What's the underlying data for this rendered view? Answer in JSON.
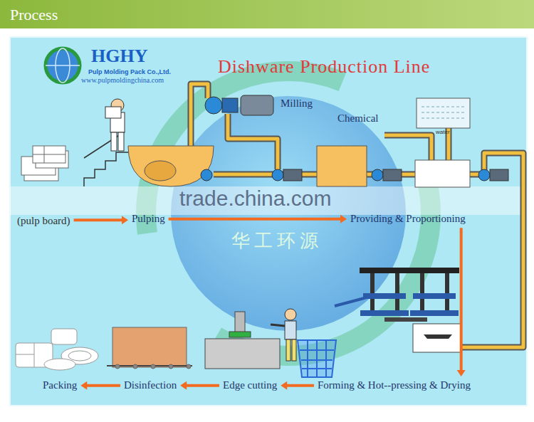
{
  "diagram": {
    "title": "Dishware Production Line",
    "nodes": [
      {
        "text": [
          "(pulp board)"
        ]
      },
      {
        "text": [
          "Pulping"
        ]
      },
      {
        "text": [
          "Providing & Proportioning"
        ]
      },
      {
        "text": [
          "Forming & Hot--pressing & Drying"
        ]
      },
      {
        "text": [
          "Edge cutting"
        ]
      },
      {
        "text": [
          "Disinfection"
        ]
      },
      {
        "text": [
          "Packing"
        ]
      }
    ],
    "edges": [
      {
        "from": 0,
        "to": 1,
        "arrow": "to"
      },
      {
        "from": 1,
        "to": 2,
        "arrow": "to"
      },
      {
        "from": 2,
        "to": 3,
        "arrow": "to"
      },
      {
        "from": 3,
        "to": 4,
        "arrow": "to"
      },
      {
        "from": 4,
        "to": 5,
        "arrow": "to"
      },
      {
        "from": 5,
        "to": 6,
        "arrow": "to"
      }
    ],
    "labels": [
      "Process",
      "HGHY",
      "Pulp Molding Pack Co.,Ltd.",
      "www.pulpmoldingchina.com",
      "Milling",
      "Chemical",
      "water",
      "trade.china.com",
      "华工环源"
    ]
  }
}
